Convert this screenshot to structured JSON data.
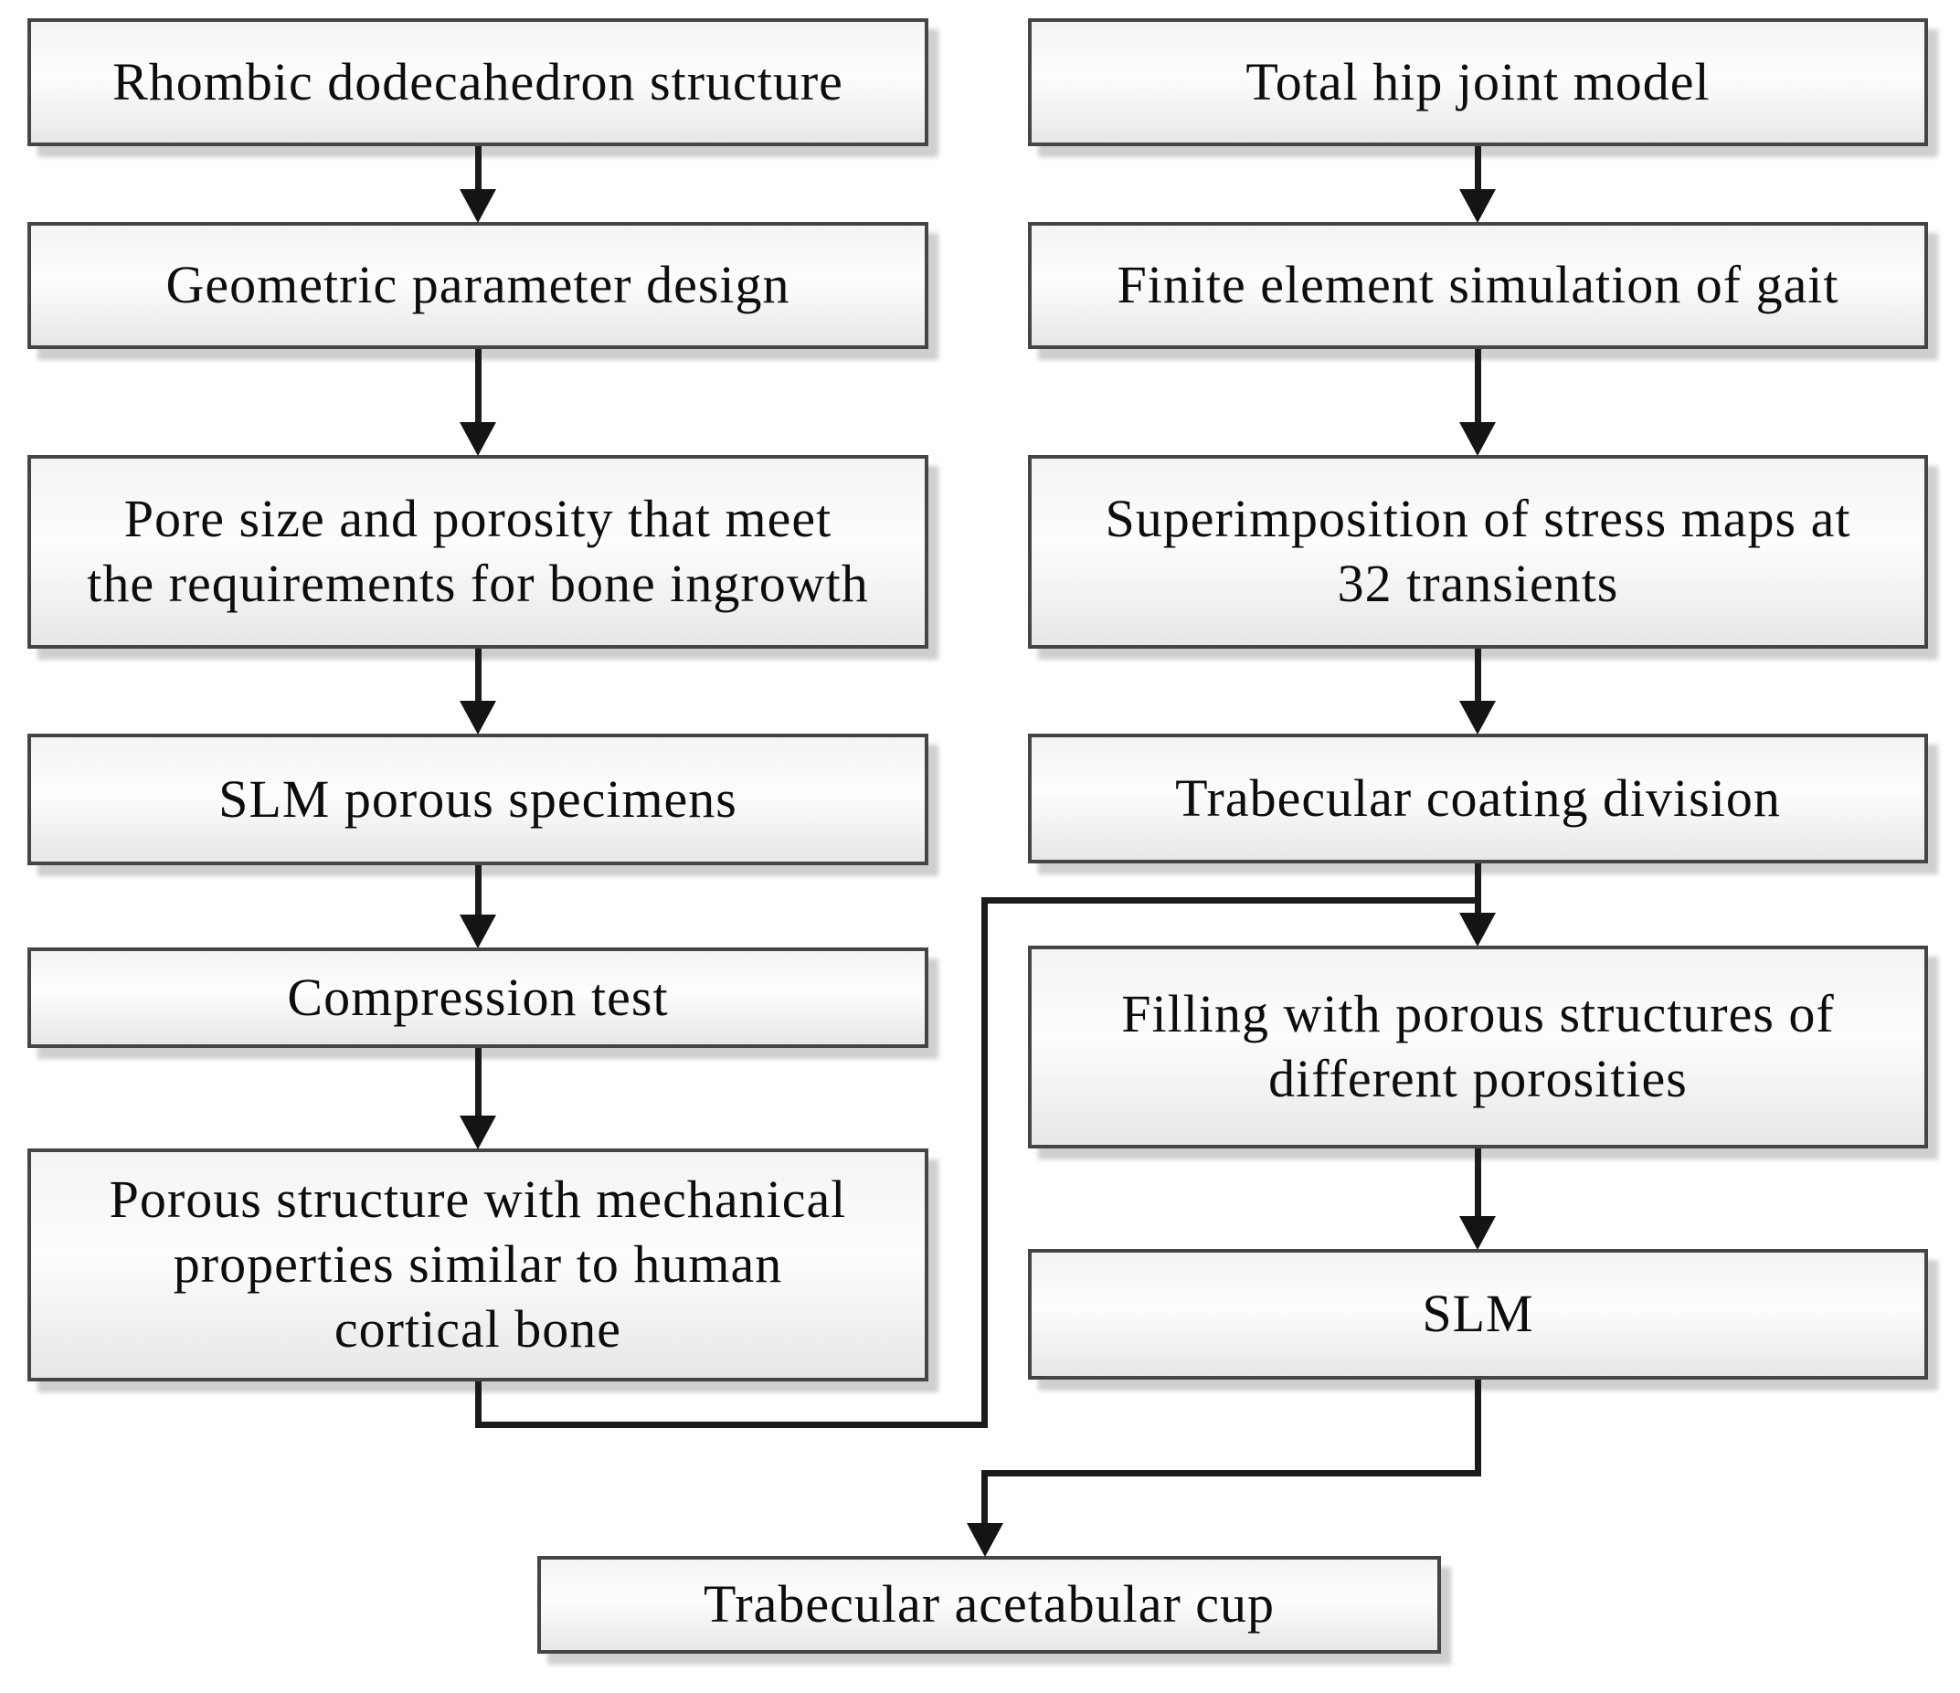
{
  "nodes": {
    "l1": {
      "label": "Rhombic dodecahedron structure"
    },
    "l2": {
      "label": "Geometric parameter design"
    },
    "l3": {
      "label": "Pore size and porosity that meet\nthe requirements for bone ingrowth"
    },
    "l4": {
      "label": "SLM porous specimens"
    },
    "l5": {
      "label": "Compression test"
    },
    "l6": {
      "label": "Porous structure with mechanical\nproperties similar to human\ncortical bone"
    },
    "r1": {
      "label": "Total hip joint model"
    },
    "r2": {
      "label": "Finite element simulation of gait"
    },
    "r3": {
      "label": "Superimposition of stress maps at\n32 transients"
    },
    "r4": {
      "label": "Trabecular coating division"
    },
    "r5": {
      "label": "Filling with porous structures of\ndifferent porosities"
    },
    "r6": {
      "label": "SLM"
    },
    "final": {
      "label": "Trabecular acetabular cup"
    }
  },
  "edges": [
    {
      "from": "Rhombic dodecahedron structure",
      "to": "Geometric parameter design"
    },
    {
      "from": "Geometric parameter design",
      "to": "Pore size and porosity that meet the requirements for bone ingrowth"
    },
    {
      "from": "Pore size and porosity that meet the requirements for bone ingrowth",
      "to": "SLM porous specimens"
    },
    {
      "from": "SLM porous specimens",
      "to": "Compression test"
    },
    {
      "from": "Compression test",
      "to": "Porous structure with mechanical properties similar to human cortical bone"
    },
    {
      "from": "Porous structure with mechanical properties similar to human cortical bone",
      "to": "Filling with porous structures of different porosities"
    },
    {
      "from": "Total hip joint model",
      "to": "Finite element simulation of gait"
    },
    {
      "from": "Finite element simulation of gait",
      "to": "Superimposition of stress maps at 32 transients"
    },
    {
      "from": "Superimposition of stress maps at 32 transients",
      "to": "Trabecular coating division"
    },
    {
      "from": "Trabecular coating division",
      "to": "Filling with porous structures of different porosities"
    },
    {
      "from": "Filling with porous structures of different porosities",
      "to": "SLM"
    },
    {
      "from": "SLM",
      "to": "Trabecular acetabular cup"
    }
  ],
  "colors": {
    "background": "#ffffff",
    "line": "#1b1b1b",
    "box_border": "#454545",
    "box_fill_top": "#f4f4f4",
    "box_fill_bottom": "#e7e7e7",
    "shadow": "#cfcfcf",
    "text": "#0d0d0d"
  }
}
